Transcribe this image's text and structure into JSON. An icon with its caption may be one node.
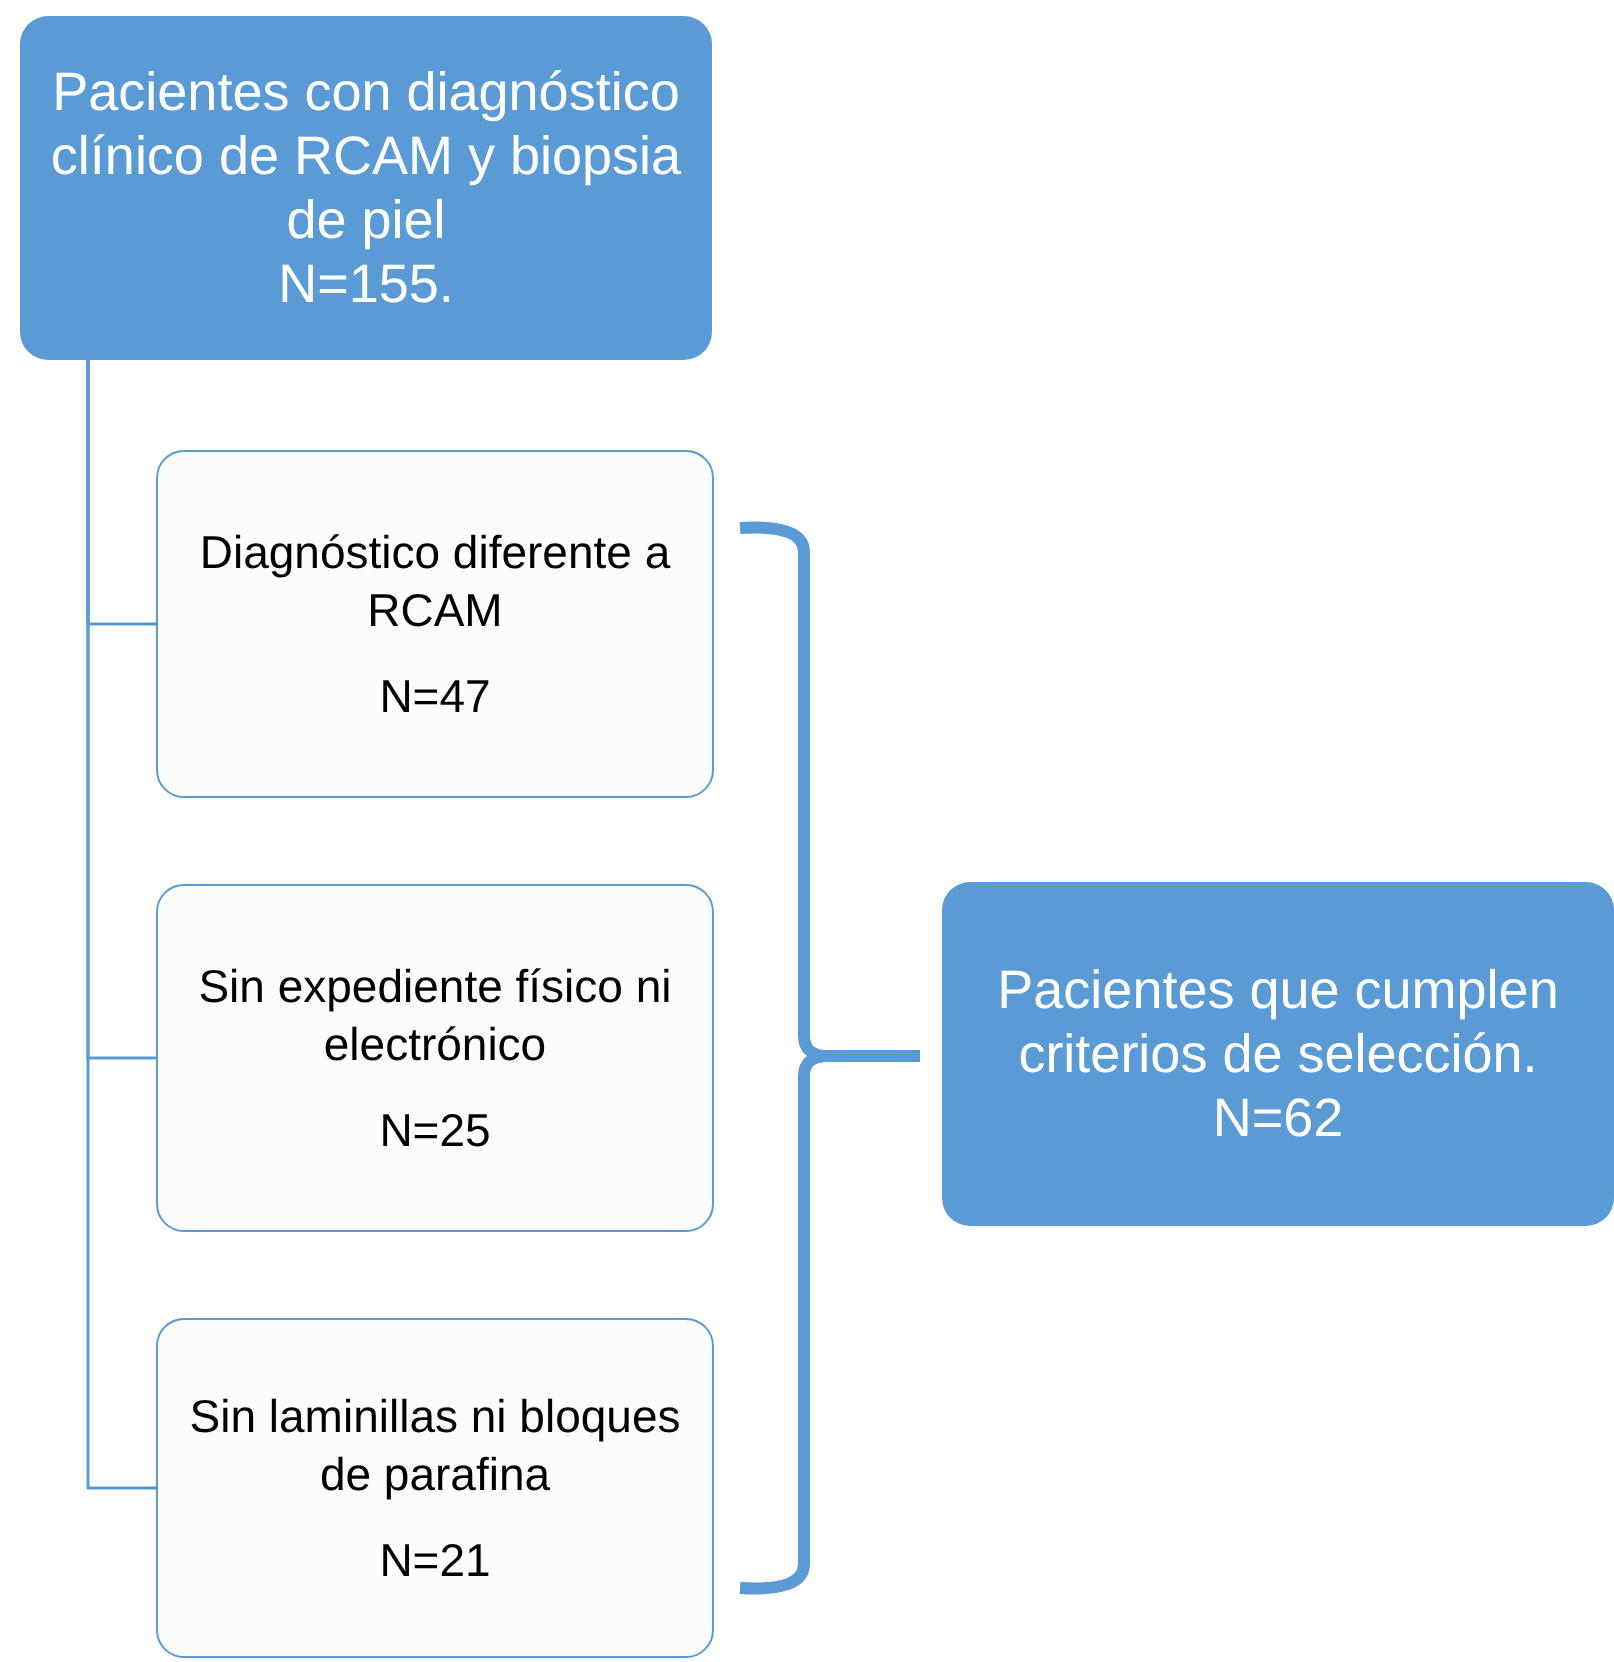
{
  "diagram": {
    "nodes": [
      {
        "text": [
          "Pacientes con diagnóstico clínico de RCAM y biopsia de piel",
          "N=155."
        ]
      },
      {
        "text": [
          "Diagnóstico diferente a RCAM",
          "N=47"
        ]
      },
      {
        "text": [
          "Sin expediente físico ni electrónico",
          "N=25"
        ]
      },
      {
        "text": [
          "Sin laminillas ni bloques de parafina",
          "N=21"
        ]
      },
      {
        "text": [
          "Pacientes que cumplen criterios de selección.",
          "N=62"
        ]
      }
    ],
    "edges": [
      {
        "from": 0,
        "to": 1,
        "arrow": "none"
      },
      {
        "from": 0,
        "to": 2,
        "arrow": "none"
      },
      {
        "from": 0,
        "to": 3,
        "arrow": "none"
      }
    ]
  }
}
